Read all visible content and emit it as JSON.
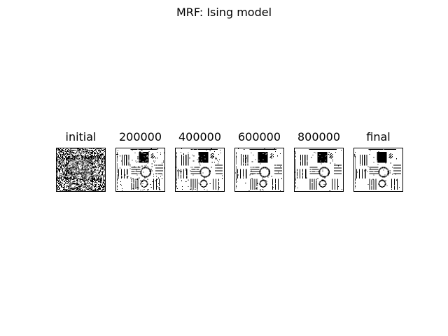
{
  "chart_data": {
    "type": "heatmap",
    "title": "MRF: Ising model",
    "panels": [
      {
        "title": "initial",
        "black_fraction": 0.45,
        "structure": 0.0
      },
      {
        "title": "200000",
        "black_fraction": 0.28,
        "structure": 0.82
      },
      {
        "title": "400000",
        "black_fraction": 0.26,
        "structure": 0.88
      },
      {
        "title": "600000",
        "black_fraction": 0.25,
        "structure": 0.91
      },
      {
        "title": "800000",
        "black_fraction": 0.25,
        "structure": 0.93
      },
      {
        "title": "final",
        "black_fraction": 0.24,
        "structure": 0.95
      }
    ],
    "colormap": [
      "#ffffff",
      "#000000"
    ],
    "grid": false,
    "axes_ticks": false
  }
}
